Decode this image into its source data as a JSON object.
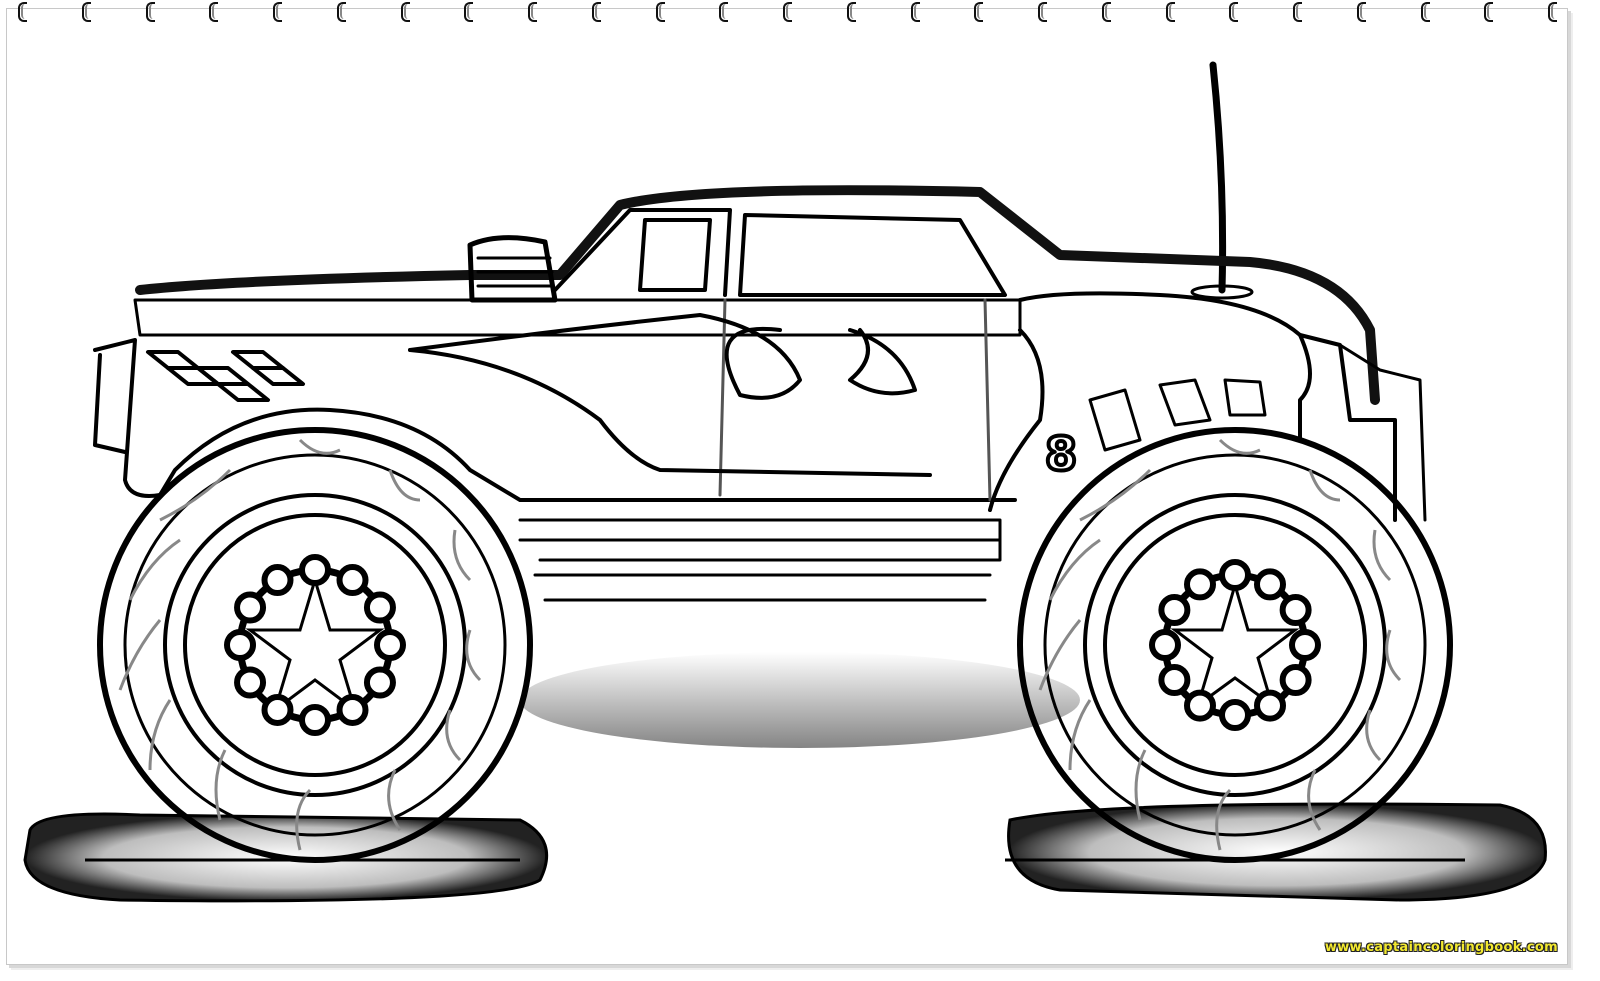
{
  "page": {
    "type": "coloring-page",
    "subject": "monster truck",
    "frame": "spiral notepad",
    "ring_count": 25
  },
  "truck": {
    "door_number": "8",
    "decals": [
      "checkered-flag-icon",
      "flame-stripe"
    ],
    "wheels": [
      "front-wheel",
      "rear-wheel"
    ],
    "antenna": true
  },
  "watermark": {
    "text": "www.captaincoloringbook.com",
    "color": "#f2e830"
  },
  "colors": {
    "line": "#000000",
    "background": "#ffffff",
    "shadow": "#9a9a9a"
  }
}
